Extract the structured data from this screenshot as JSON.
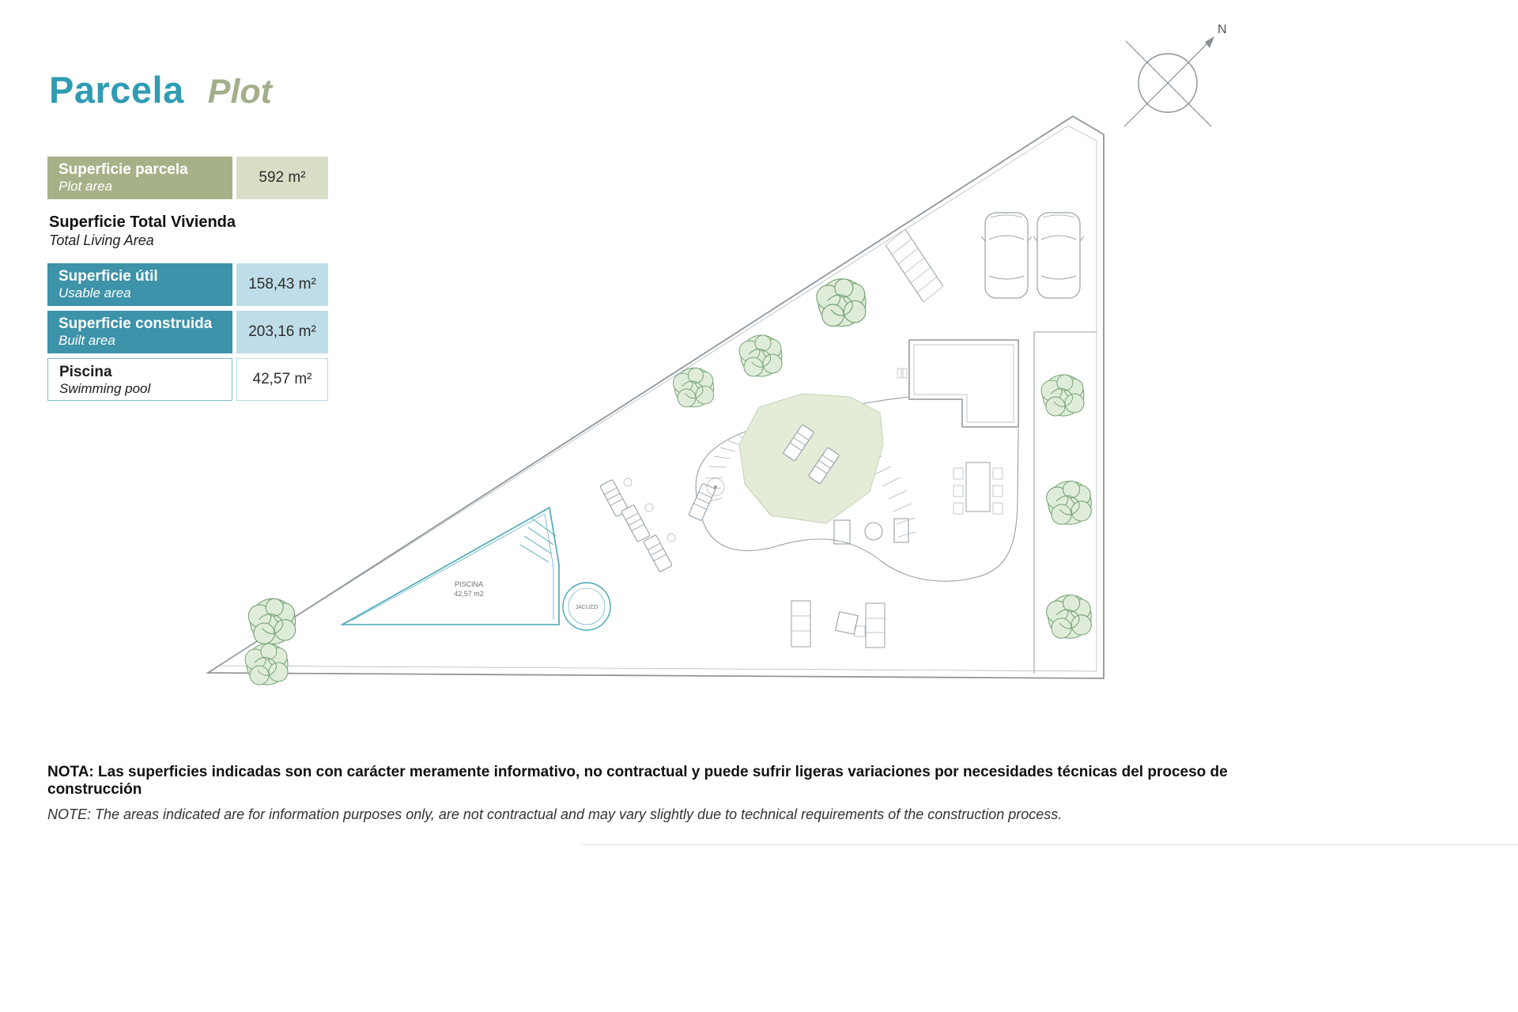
{
  "header": {
    "title": "Parcela",
    "subtitle": "Plot"
  },
  "compass": {
    "north": "N"
  },
  "areas": {
    "plot": {
      "label": "Superficie parcela",
      "sublabel": "Plot area",
      "value": "592 m²"
    },
    "living_heading": {
      "label": "Superficie Total Vivienda",
      "sublabel": "Total Living Area"
    },
    "usable": {
      "label": "Superficie útil",
      "sublabel": "Usable area",
      "value": "158,43 m²"
    },
    "built": {
      "label": "Superficie construida",
      "sublabel": "Built area",
      "value": "203,16 m²"
    },
    "pool": {
      "label": "Piscina",
      "sublabel": "Swimming pool",
      "value": "42,57 m²"
    }
  },
  "plan": {
    "pool_label": "PISCINA",
    "pool_area_label": "42,57 m2",
    "jacuzzi_label": "JACUZZI"
  },
  "note": {
    "es": "NOTA: Las superficies indicadas son con carácter meramente informativo, no contractual y puede sufrir ligeras variaciones por necesidades técnicas del proceso de construcción",
    "en": "NOTE: The areas indicated are for information purposes only, are not contractual and may vary slightly due to technical requirements of the construction process."
  },
  "colors": {
    "title_teal": "#2f9cb3",
    "title_olive": "#a3ae8a",
    "olive": "#a6b188",
    "olive_light": "#d9dfc6",
    "teal": "#3d93a9",
    "teal_light": "#bedde8",
    "pool_outline": "#46a5b6",
    "tree_green": "#74a374",
    "lawn_green": "#e4ecd8"
  }
}
